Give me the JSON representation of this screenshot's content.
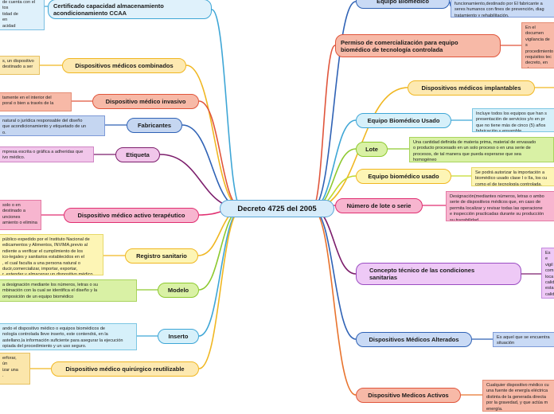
{
  "center": {
    "label": "Decreto  4725 del 2005"
  },
  "left_nodes": [
    {
      "label": "Certificado capacidad almacenamiento\nacondicionamiento CCAA",
      "note": "de cuenta con el\ntos\ntidad de\nen\nacidad"
    },
    {
      "label": "Dispositivos médicos combinados",
      "note": "s, un dispositivo\ndestinado a ser"
    },
    {
      "label": "Dispositivo médico invasivo",
      "note": "tamente en el interior del\nporal o bien a través de la"
    },
    {
      "label": "Fabricantes",
      "note": "natural o  jurídica responsable del diseño\nque acondicionamiento y etiquetado de un\no."
    },
    {
      "label": "Etiqueta",
      "note": "mpresa escrita o gráfica a adheridas que\nivo médico."
    },
    {
      "label": "Dispositivo médico activo terapéutico",
      "note": "solo o en\ndestinado a\nunciones\namiento o elimina"
    },
    {
      "label": "Registro sanitario",
      "note": "público expedido por el  Instituto Nacional de\nedicamentos y Alimentos, INVIMA,previo al\nndiente a verificar el cumplimiento de los\nico-legales y sanitarios establecidos en el\n, el cual faculta a una persona natural o\nducir,comercializar, importar, exportar,\nr, extender y almacenar un dispositivo médico"
    },
    {
      "label": "Modelo",
      "note": "a designación mediante los números, letras o su\nmbinación con la cual se identifica el diseño y la\nomposición de un equipo biomédico"
    },
    {
      "label": "Inserto",
      "note": "ando el dispositivo médico o equipos biomédicos de\nnología controlada lleve inserto, este contendrá, en la\nastellano,la información suficiente para asegurar la ejecución\nopiada del procedimiento y un uso seguro."
    },
    {
      "label": "Dispositivo médico quirúrgico reutilizable",
      "note": "erforar,\nún\nizar una\n."
    }
  ],
  "right_nodes": [
    {
      "label": "Equipo Biomédico",
      "note": "funcionamiento,destinado por El fabricante a\nseres humanos con fines de prevención, diag\ntratamiento y rehabilitación."
    },
    {
      "label": "Permiso de comercialización para equipo\nbiomédico de tecnología controlada",
      "note": "En el documen\nvigilancia de s\nprocedimiento\nrequisitos tec\ndecreto, en el\njurídica para\nensamblar, pr\ncontrolado."
    },
    {
      "label": "Dispositivos médicos implantables",
      "note": ""
    },
    {
      "label": "Equipo Biomédico Usado",
      "note": "Incluye todos los equipos que han s\npresentación de servicios y/o en pr\nque no tiene más de cinco (5) años\nfabricación y ensamble."
    },
    {
      "label": "Lote",
      "note": "Una cantidad definida de materia prima, material de envasado\no producto procesado en un solo proceso o en una serie de\nprocesos, de tal manera que pueda esperarse que sea\nhomogéneo"
    },
    {
      "label": "Equipo biomédico usado",
      "note": "Se podrá autorizar la importación a\nbiomédico usado clase I o IIa, los cu\ncomo el de tecnología controlada."
    },
    {
      "label": "Número de lote o serie",
      "note": "Designación(mediantes números, letras o ambo\nserie de dispositivos médicos que, en caso  de\npermita localizar y revisar todas  las operacione\ne inspección practicadas durante su producción\nsu trazabilidad."
    },
    {
      "label": "Concepto técnico de las condiciones\nsanitarias",
      "note": "Es e\nvigil\ncom\nloca\ncalid\nesta\ncalid\ntant\nman"
    },
    {
      "label": "Dispositivos Médicos Alterados",
      "note": "Es aquel que se encuentra\nsituación"
    },
    {
      "label": "Dispositivo Medicos Activos",
      "note": "Cualquier dispositivo médico cu\nuna fuente de energía eléctrica\ndistinta de la generada  directa\npor la gravedad, y que actúa m\nenergía."
    }
  ],
  "colors": {
    "blue": "#3ea6d6",
    "yellow": "#f0b722",
    "red": "#e0553b",
    "navy": "#2f62b5",
    "purple": "#7c1e6c",
    "pink": "#e02e70",
    "green": "#8dc92f",
    "lime": "#c3d92e",
    "violet": "#9b4dc2",
    "orange": "#e8732d"
  }
}
